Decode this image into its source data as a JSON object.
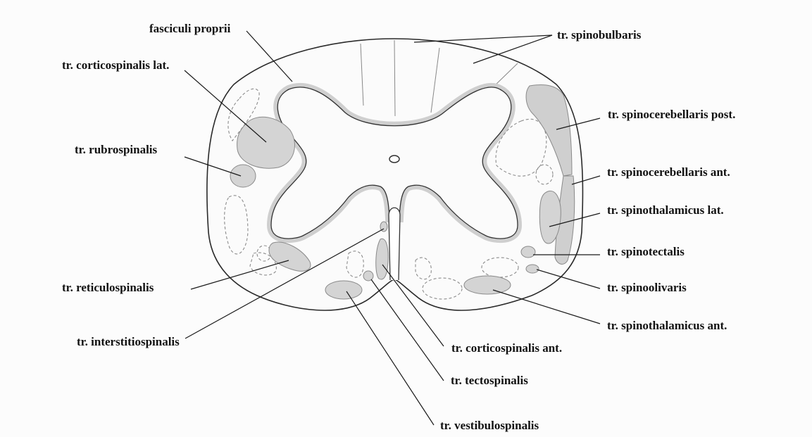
{
  "labels": {
    "fasciculi_proprii": "fasciculi proprii",
    "spinobulbaris": "tr. spinobulbaris",
    "corticospinalis_lat": "tr. corticospinalis lat.",
    "rubrospinalis": "tr. rubrospinalis",
    "spinocerebellaris_post": "tr. spinocerebellaris post.",
    "spinocerebellaris_ant": "tr. spinocerebellaris ant.",
    "spinothalamicus_lat": "tr. spinothalamicus lat.",
    "spinotectalis": "tr. spinotectalis",
    "spinoolivaris": "tr. spinoolivaris",
    "spinothalamicus_ant": "tr. spinothalamicus ant.",
    "reticulospinalis": "tr. reticulospinalis",
    "interstitiospinalis": "tr. interstitiospinalis",
    "corticospinalis_ant": "tr. corticospinalis ant.",
    "tectospinalis": "tr. tectospinalis",
    "vestibulospinalis": "tr. vestibulospinalis"
  }
}
